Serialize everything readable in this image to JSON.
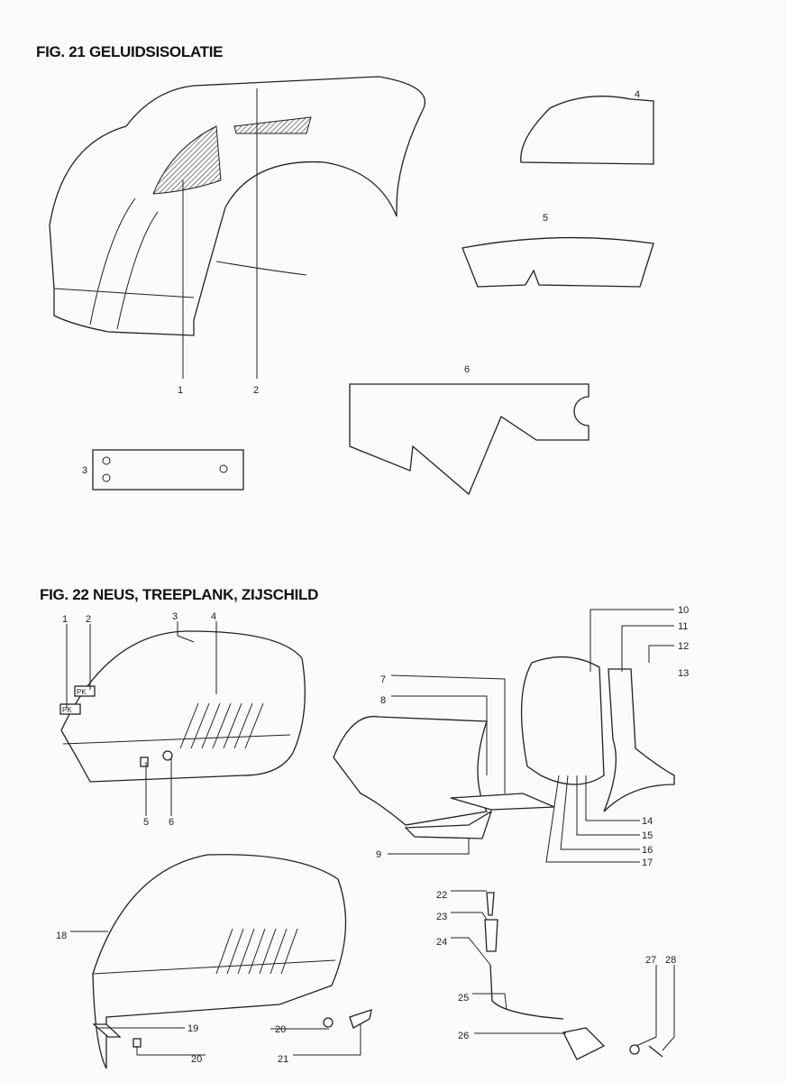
{
  "fig21": {
    "title": "FIG. 21 GELUIDSISOLATIE",
    "labels": [
      "1",
      "2",
      "3",
      "4",
      "5",
      "6"
    ]
  },
  "fig22": {
    "title": "FIG. 22 NEUS, TREEPLANK, ZIJSCHILD",
    "labels": [
      "1",
      "2",
      "3",
      "4",
      "5",
      "6",
      "7",
      "8",
      "9",
      "10",
      "11",
      "12",
      "13",
      "14",
      "15",
      "16",
      "17",
      "18",
      "19",
      "20",
      "20",
      "21",
      "22",
      "23",
      "24",
      "25",
      "26",
      "27",
      "28"
    ],
    "badge_text": "PK"
  }
}
